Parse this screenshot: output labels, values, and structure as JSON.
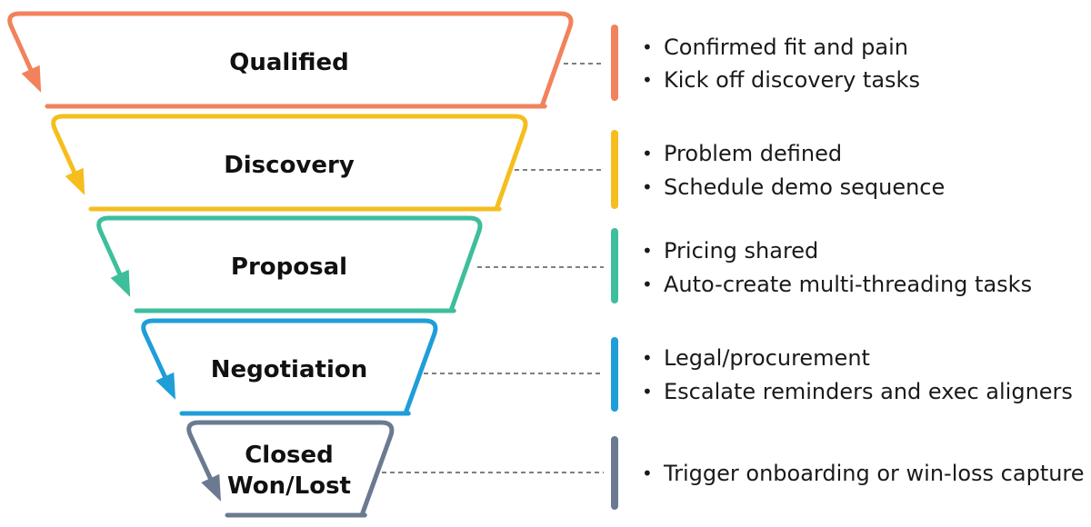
{
  "colors": {
    "qualified": "#F2825B",
    "discovery": "#F5BE1E",
    "proposal": "#3EBE9C",
    "negotiation": "#1F9ED8",
    "closed": "#6B7A91",
    "dash": "#555555",
    "text": "#111111"
  },
  "stages": [
    {
      "id": "qualified",
      "label_lines": [
        "Qualified"
      ],
      "bullets": [
        "Confirmed fit and pain",
        "Kick off discovery tasks"
      ]
    },
    {
      "id": "discovery",
      "label_lines": [
        "Discovery"
      ],
      "bullets": [
        "Problem defined",
        "Schedule demo sequence"
      ]
    },
    {
      "id": "proposal",
      "label_lines": [
        "Proposal"
      ],
      "bullets": [
        "Pricing shared",
        "Auto-create multi-threading tasks"
      ]
    },
    {
      "id": "negotiation",
      "label_lines": [
        "Negotiation"
      ],
      "bullets": [
        "Legal/procurement",
        "Escalate reminders and exec aligners"
      ]
    },
    {
      "id": "closed",
      "label_lines": [
        "Closed",
        "Won/Lost"
      ],
      "bullets": [
        "Trigger onboarding or win-loss capture"
      ]
    }
  ]
}
